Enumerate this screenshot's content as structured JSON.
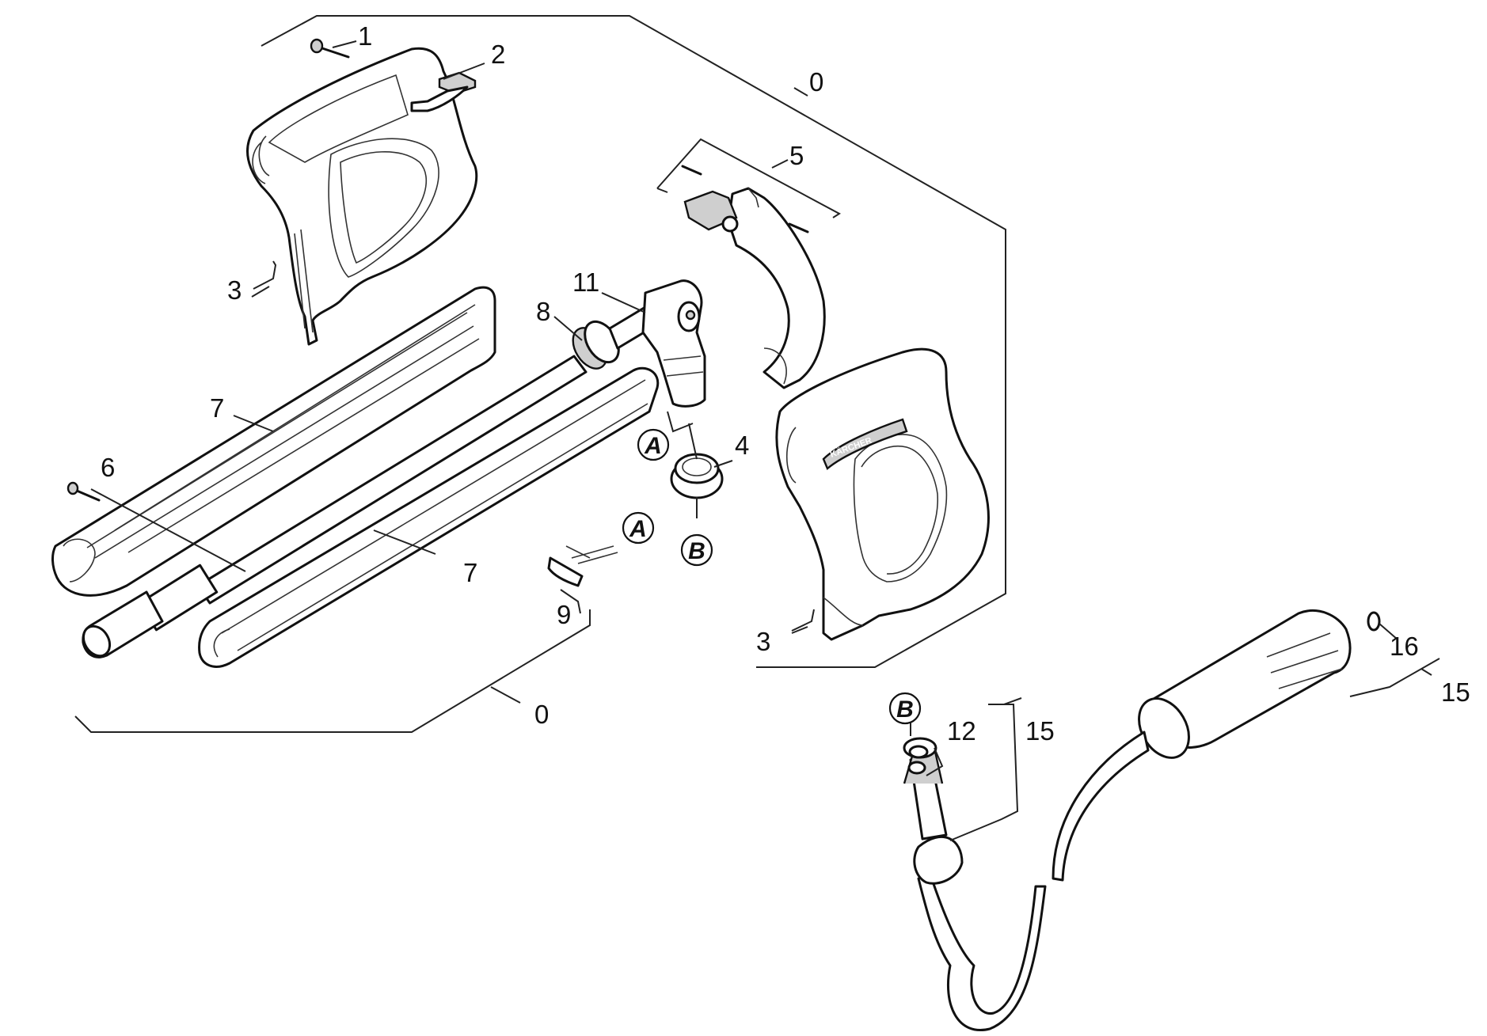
{
  "callouts": [
    {
      "id": "c1",
      "text": "1"
    },
    {
      "id": "c2",
      "text": "2"
    },
    {
      "id": "c0a",
      "text": "0"
    },
    {
      "id": "c5",
      "text": "5"
    },
    {
      "id": "c3a",
      "text": "3"
    },
    {
      "id": "c11",
      "text": "11"
    },
    {
      "id": "c8",
      "text": "8"
    },
    {
      "id": "c7a",
      "text": "7"
    },
    {
      "id": "c6",
      "text": "6"
    },
    {
      "id": "c4",
      "text": "4"
    },
    {
      "id": "c7b",
      "text": "7"
    },
    {
      "id": "c9",
      "text": "9"
    },
    {
      "id": "c3b",
      "text": "3"
    },
    {
      "id": "c0b",
      "text": "0"
    },
    {
      "id": "c16",
      "text": "16"
    },
    {
      "id": "c15a",
      "text": "15"
    },
    {
      "id": "c12",
      "text": "12"
    },
    {
      "id": "c15b",
      "text": "15"
    }
  ],
  "references": [
    {
      "id": "rA1",
      "text": "A"
    },
    {
      "id": "rB1",
      "text": "B"
    },
    {
      "id": "rA2",
      "text": "A"
    },
    {
      "id": "rB2",
      "text": "B"
    }
  ],
  "grip_logo": "KÄRCHER"
}
